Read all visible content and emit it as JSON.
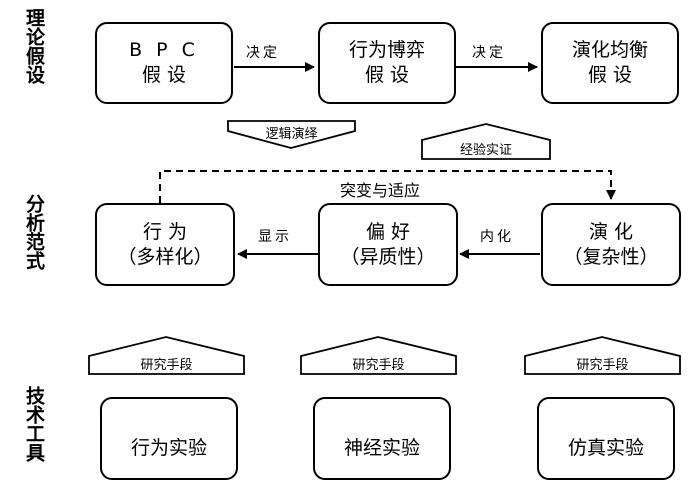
{
  "sections": {
    "theory": "理论假设",
    "paradigm": "分析范式",
    "tools": "技术工具"
  },
  "row1": {
    "box1": {
      "line1": "B P C",
      "line2": "假 设"
    },
    "box2": {
      "line1": "行为博弈",
      "line2": "假 设"
    },
    "box3": {
      "line1": "演化均衡",
      "line2": "假 设"
    },
    "edge1": "决定",
    "edge2": "决定"
  },
  "middle": {
    "down_arrow": "逻辑演绎",
    "up_arrow": "经验实证"
  },
  "row2": {
    "box1": {
      "line1": "行 为",
      "line2": "（多样化）"
    },
    "box2": {
      "line1": "偏 好",
      "line2": "（异质性）"
    },
    "box3": {
      "line1": "演 化",
      "line2": "（复杂性）"
    },
    "edge1": "显示",
    "edge2": "内化",
    "dashed_label": "突变与适应"
  },
  "row3": {
    "arrow_label": "研究手段",
    "box1": "行为实验",
    "box2": "神经实验",
    "box3": "仿真实验"
  }
}
